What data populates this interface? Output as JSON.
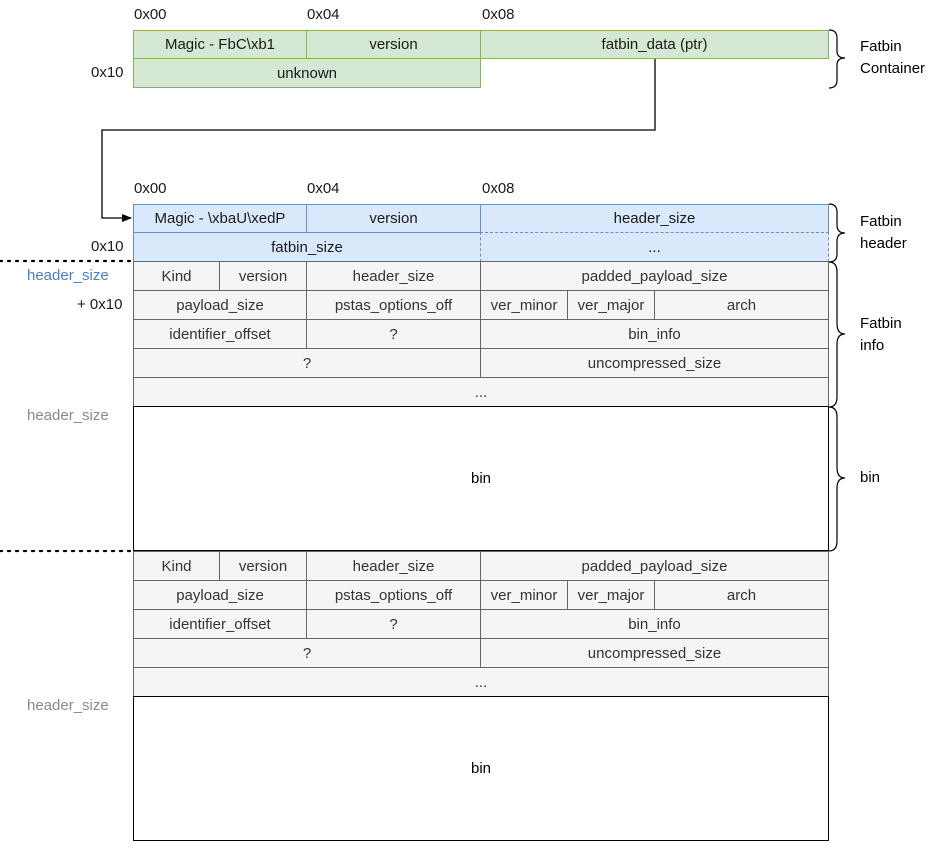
{
  "container": {
    "offsets": {
      "o0": "0x00",
      "o4": "0x04",
      "o8": "0x08",
      "o10": "0x10"
    },
    "magic": "Magic - FbC\\xb1",
    "version": "version",
    "fatbin_data": "fatbin_data (ptr)",
    "unknown": "unknown",
    "label_line1": "Fatbin",
    "label_line2": "Container"
  },
  "header": {
    "offsets": {
      "o0": "0x00",
      "o4": "0x04",
      "o8": "0x08",
      "o10": "0x10"
    },
    "magic": "Magic - \\xbaU\\xedP",
    "version": "version",
    "header_size": "header_size",
    "fatbin_size": "fatbin_size",
    "ellipsis": "...",
    "label_line1": "Fatbin",
    "label_line2": "header"
  },
  "info_offsets": {
    "header_size": "header_size",
    "plus_10": "+ 0x10",
    "bin_header_size_1": "header_size",
    "bin_header_size_2": "header_size"
  },
  "info_block": {
    "kind": "Kind",
    "version": "version",
    "header_size": "header_size",
    "padded_payload_size": "padded_payload_size",
    "payload_size": "payload_size",
    "pstas_options_off": "pstas_options_off",
    "ver_minor": "ver_minor",
    "ver_major": "ver_major",
    "arch": "arch",
    "identifier_offset": "identifier_offset",
    "q1": "?",
    "bin_info": "bin_info",
    "q2": "?",
    "uncompressed_size": "uncompressed_size",
    "ellipsis": "...",
    "bin": "bin"
  },
  "side_labels": {
    "info_line1": "Fatbin",
    "info_line2": "info",
    "bin": "bin"
  },
  "colors": {
    "green_fill": "#d5e8d4",
    "green_stroke": "#82b366",
    "blue_fill": "#dae8fc",
    "blue_stroke": "#6c8ebf",
    "grey_fill": "#f5f5f5",
    "grey_stroke": "#666666"
  }
}
